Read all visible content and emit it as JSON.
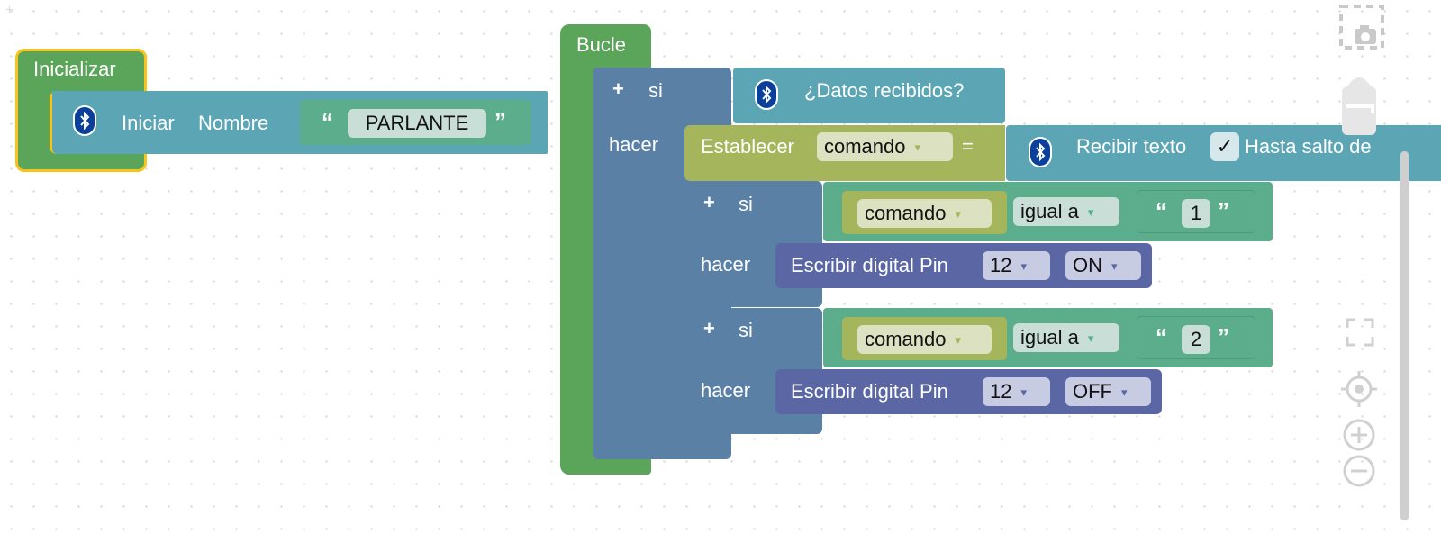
{
  "colors": {
    "green_block": "#5ba55b",
    "yellow_highlight": "#f7c41a",
    "bt_teal": "#5ba5b4",
    "loop_blue": "#5b80a5",
    "text_green": "#5bad8c",
    "var_olive": "#a5b55b",
    "io_purple": "#5b67a5",
    "bt_badge": "#0a3f9c"
  },
  "init": {
    "title": "Inicializar",
    "iniciar": "Iniciar",
    "nombre": "Nombre",
    "value": "PARLANTE",
    "quote_open": "“",
    "quote_close": "”",
    "bt_icon": "bluetooth-icon"
  },
  "loop": {
    "title": "Bucle",
    "if1_plus": "+",
    "if1_si": "si",
    "if1_hacer": "hacer",
    "condition": "¿Datos recibidos?",
    "set_label": "Establecer",
    "set_var": "comando",
    "set_eq": "=",
    "recv_label": "Recibir texto",
    "check_mark": "✓",
    "recv_until": "Hasta salto de",
    "inner_if1": {
      "plus": "+",
      "si": "si",
      "hacer": "hacer",
      "var": "comando",
      "op": "igual a",
      "value": "1",
      "write_label": "Escribir digital Pin",
      "pin": "12",
      "state": "ON"
    },
    "inner_if2": {
      "plus": "+",
      "si": "si",
      "hacer": "hacer",
      "var": "comando",
      "op": "igual a",
      "value": "2",
      "write_label": "Escribir digital Pin",
      "pin": "12",
      "state": "OFF"
    },
    "dropdown_arrow": "▾"
  },
  "controls": {
    "screenshot": "camera-icon",
    "trash": "trash-icon",
    "fit": "fit-screen-icon",
    "center": "target-icon",
    "zoom_in": "zoom-in-icon",
    "zoom_out": "zoom-out-icon"
  }
}
